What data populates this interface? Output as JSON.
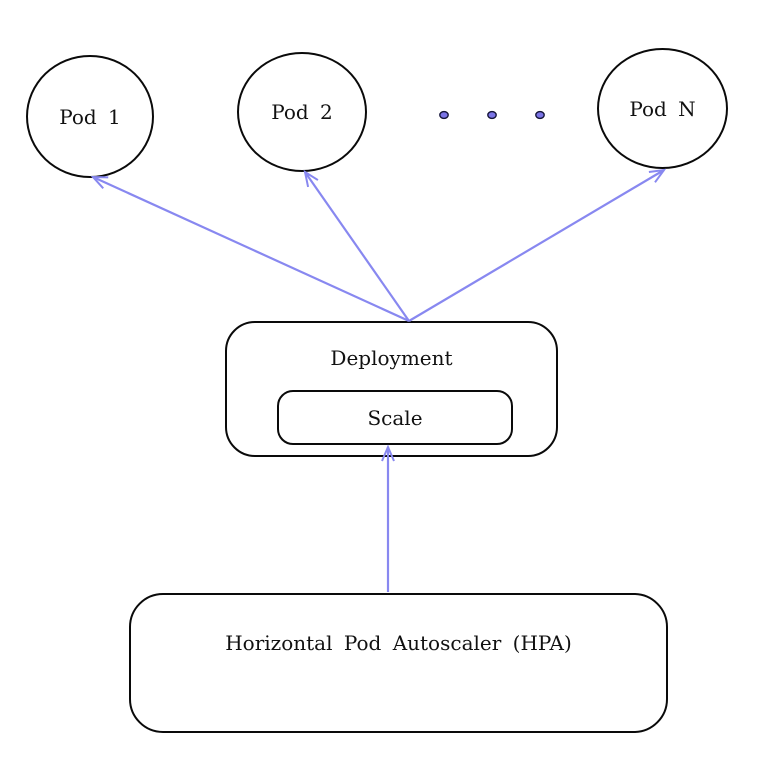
{
  "diagram": {
    "title_implied": "Horizontal Pod Autoscaler scaling a Deployment's pods",
    "pods": [
      {
        "label": "Pod 1"
      },
      {
        "label": "Pod 2"
      },
      {
        "label": "Pod N"
      }
    ],
    "ellipsis_dot_count": 3,
    "deployment": {
      "label": "Deployment"
    },
    "scale": {
      "label": "Scale"
    },
    "hpa": {
      "label": "Horizontal Pod Autoscaler (HPA)"
    },
    "connections": [
      {
        "from": "Deployment",
        "to": "Pod 1",
        "style": "arrow"
      },
      {
        "from": "Deployment",
        "to": "Pod 2",
        "style": "arrow"
      },
      {
        "from": "Deployment",
        "to": "Pod N",
        "style": "arrow"
      },
      {
        "from": "Horizontal Pod Autoscaler (HPA)",
        "to": "Scale",
        "style": "arrow"
      }
    ]
  },
  "colors": {
    "arrow": "#8888f0",
    "dot_fill": "#7b74e6",
    "outline": "#0a0a0a",
    "background": "#ffffff",
    "text": "#111111"
  }
}
